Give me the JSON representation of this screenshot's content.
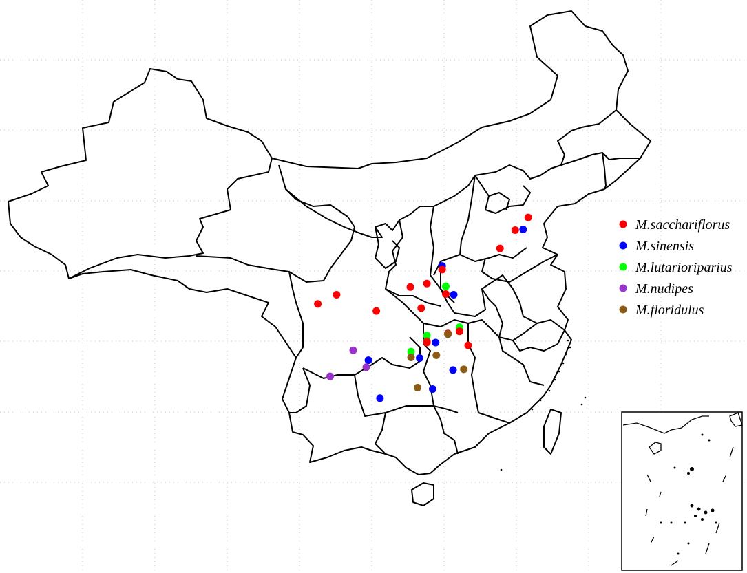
{
  "legend": {
    "items": [
      {
        "label": "M.sacchariflorus",
        "color": "#ff0000"
      },
      {
        "label": "M.sinensis",
        "color": "#0000ff"
      },
      {
        "label": "M.lutarioriparius",
        "color": "#00ff00"
      },
      {
        "label": "M.nudipes",
        "color": "#9933cc"
      },
      {
        "label": "M.floridulus",
        "color": "#8b5a14"
      }
    ]
  },
  "samples": [
    {
      "species": "M.sacchariflorus",
      "lon": 128.3,
      "lat": 47.6
    },
    {
      "species": "M.sacchariflorus",
      "lon": 126.5,
      "lat": 45.8
    },
    {
      "species": "M.sinensis",
      "lon": 127.6,
      "lat": 45.9
    },
    {
      "species": "M.sacchariflorus",
      "lon": 124.4,
      "lat": 43.2
    },
    {
      "species": "M.sinensis",
      "lon": 116.4,
      "lat": 40.7
    },
    {
      "species": "M.sacchariflorus",
      "lon": 116.4,
      "lat": 40.2
    },
    {
      "species": "M.sacchariflorus",
      "lon": 101.8,
      "lat": 36.6
    },
    {
      "species": "M.sacchariflorus",
      "lon": 112.0,
      "lat": 37.7
    },
    {
      "species": "M.sacchariflorus",
      "lon": 114.3,
      "lat": 38.2
    },
    {
      "species": "M.lutarioriparius",
      "lon": 116.9,
      "lat": 37.8
    },
    {
      "species": "M.sacchariflorus",
      "lon": 116.9,
      "lat": 36.7
    },
    {
      "species": "M.sinensis",
      "lon": 118.0,
      "lat": 36.6
    },
    {
      "species": "M.sacchariflorus",
      "lon": 99.2,
      "lat": 35.3
    },
    {
      "species": "M.sacchariflorus",
      "lon": 107.3,
      "lat": 34.3
    },
    {
      "species": "M.sacchariflorus",
      "lon": 113.5,
      "lat": 34.7
    },
    {
      "species": "M.lutarioriparius",
      "lon": 118.8,
      "lat": 32.0
    },
    {
      "species": "M.sacchariflorus",
      "lon": 117.2,
      "lat": 31.1
    },
    {
      "species": "M.floridulus",
      "lon": 117.2,
      "lat": 31.0
    },
    {
      "species": "M.sacchariflorus",
      "lon": 118.8,
      "lat": 31.4
    },
    {
      "species": "M.lutarioriparius",
      "lon": 114.3,
      "lat": 30.8
    },
    {
      "species": "M.floridulus",
      "lon": 114.3,
      "lat": 30.0
    },
    {
      "species": "M.sacchariflorus",
      "lon": 114.3,
      "lat": 29.8
    },
    {
      "species": "M.sinensis",
      "lon": 115.5,
      "lat": 29.8
    },
    {
      "species": "M.sacchariflorus",
      "lon": 120.0,
      "lat": 29.4
    },
    {
      "species": "M.nudipes",
      "lon": 104.1,
      "lat": 28.7
    },
    {
      "species": "M.lutarioriparius",
      "lon": 112.1,
      "lat": 28.5
    },
    {
      "species": "M.floridulus",
      "lon": 112.1,
      "lat": 27.7
    },
    {
      "species": "M.sinensis",
      "lon": 113.3,
      "lat": 27.6
    },
    {
      "species": "M.floridulus",
      "lon": 115.6,
      "lat": 28.0
    },
    {
      "species": "M.sinensis",
      "lon": 106.2,
      "lat": 27.3
    },
    {
      "species": "M.nudipes",
      "lon": 105.9,
      "lat": 26.3
    },
    {
      "species": "M.sinensis",
      "lon": 117.9,
      "lat": 25.9
    },
    {
      "species": "M.floridulus",
      "lon": 119.4,
      "lat": 26.0
    },
    {
      "species": "M.nudipes",
      "lon": 100.9,
      "lat": 25.0
    },
    {
      "species": "M.floridulus",
      "lon": 113.0,
      "lat": 23.4
    },
    {
      "species": "M.sinensis",
      "lon": 115.1,
      "lat": 23.2
    },
    {
      "species": "M.sinensis",
      "lon": 107.8,
      "lat": 21.9
    }
  ]
}
